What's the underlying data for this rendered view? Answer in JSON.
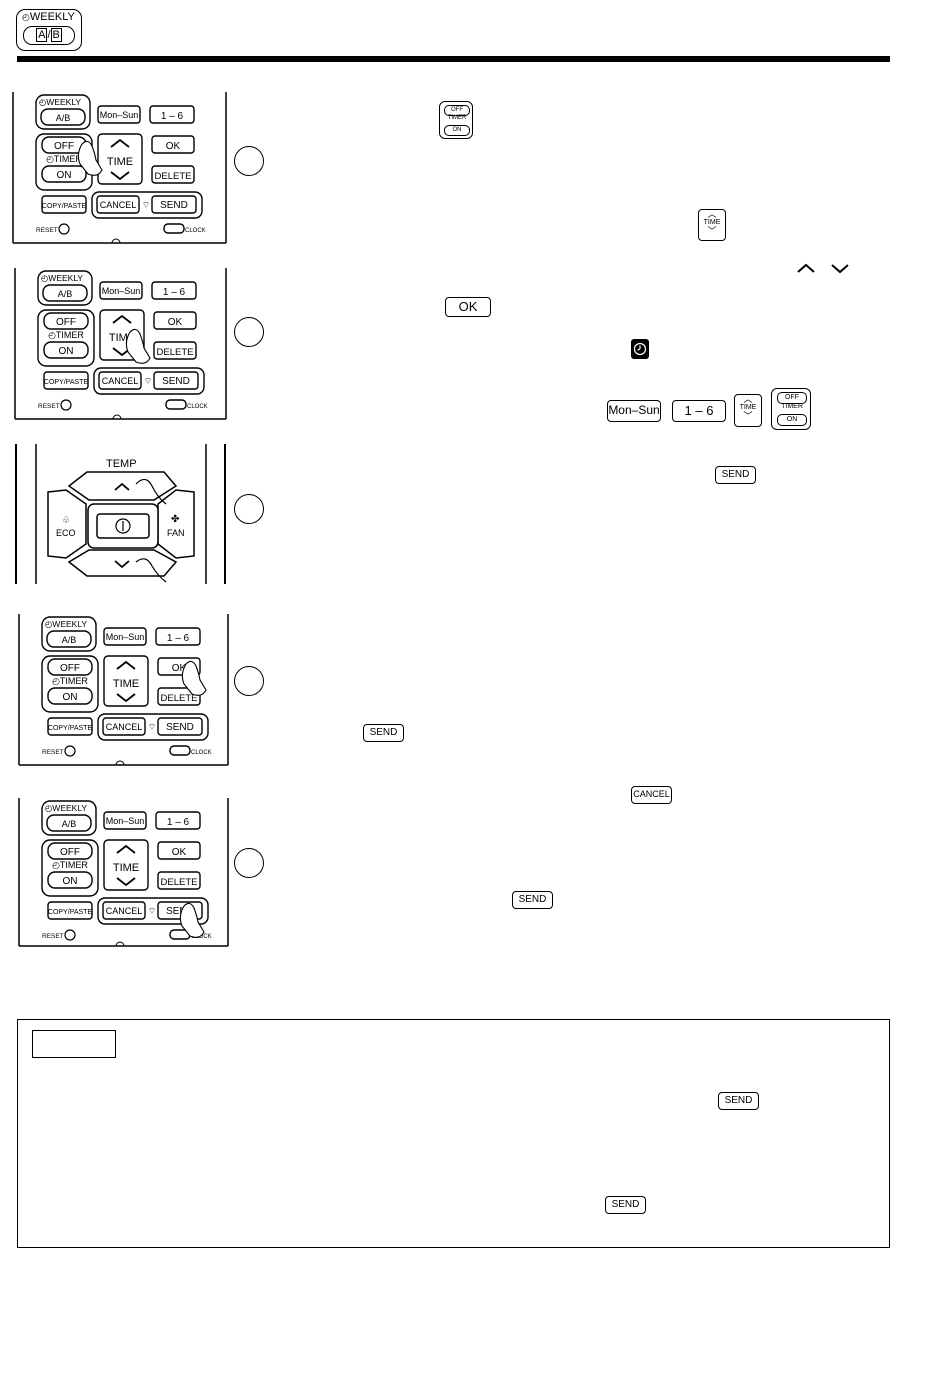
{
  "header": {
    "weekly_label": "WEEKLY",
    "ab_a": "A",
    "ab_sep": "/",
    "ab_b": "B"
  },
  "remote": {
    "weekly": "WEEKLY",
    "mon_sun": "Mon–Sun",
    "one_six": "1 – 6",
    "off": "OFF",
    "timer": "TIMER",
    "on": "ON",
    "time": "TIME",
    "ok": "OK",
    "delete": "DELETE",
    "copy_paste": "COPY/PASTE",
    "cancel": "CANCEL",
    "send": "SEND",
    "reset": "RESET",
    "clock": "CLOCK"
  },
  "dpad": {
    "temp": "TEMP",
    "eco": "ECO",
    "fan": "FAN"
  },
  "inline_icons": {
    "timer_off": "OFF",
    "timer_timer": "TIMER",
    "timer_on": "ON",
    "time": "TIME",
    "ok": "OK",
    "mon_sun": "Mon–Sun",
    "one_six": "1 – 6",
    "send": "SEND",
    "cancel": "CANCEL"
  },
  "note_box": {
    "title": ""
  }
}
